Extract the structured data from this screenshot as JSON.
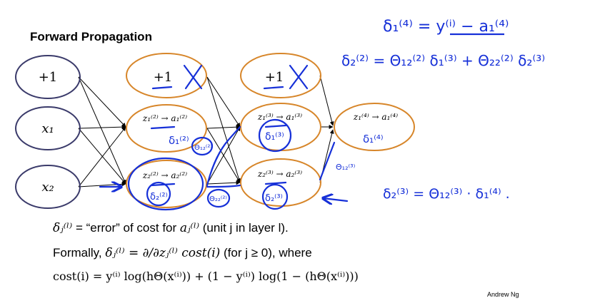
{
  "title": "Forward Propagation",
  "footer": "Andrew Ng",
  "layer1": {
    "bias_label": "+1",
    "x1_label": "x₁",
    "x2_label": "x₂"
  },
  "layer2": {
    "bias_label": "+1",
    "unit1_label": "z₁⁽²⁾ → a₁⁽²⁾",
    "unit2_label": "z₂⁽²⁾ → a₂⁽²⁾"
  },
  "layer3": {
    "bias_label": "+1",
    "unit1_label": "z₁⁽³⁾ → a₁⁽³⁾",
    "unit2_label": "z₂⁽³⁾ → a₂⁽³⁾"
  },
  "layer4": {
    "unit1_label": "z₁⁽⁴⁾ → a₁⁽⁴⁾"
  },
  "annotations": {
    "delta_output": "δ₁⁽⁴⁾ = y⁽ⁱ⁾ − a₁⁽⁴⁾",
    "delta_layer2": "δ₂⁽²⁾ = Θ₁₂⁽²⁾ δ₁⁽³⁾ + Θ₂₂⁽²⁾ δ₂⁽³⁾",
    "delta_layer3": "δ₂⁽³⁾ = Θ₁₂⁽³⁾ · δ₁⁽⁴⁾ .",
    "node_delta_2_1": "δ₁⁽²⁾",
    "node_delta_2_2": "δ₂⁽²⁾",
    "node_delta_3_1": "δ₁⁽³⁾",
    "node_delta_3_2": "δ₂⁽³⁾",
    "node_delta_4_1": "δ₁⁽⁴⁾",
    "weight_2_12": "Θ₁₂⁽²⁾",
    "weight_2_22": "Θ₂₂⁽²⁾",
    "weight_3_12": "Θ₁₂⁽³⁾"
  },
  "definitions": {
    "delta_symbol": "δⱼ⁽ˡ⁾",
    "delta_def_text": "= “error” of cost for",
    "delta_def_unit": "aⱼ⁽ˡ⁾",
    "delta_def_tail": "(unit j in layer l).",
    "formally_label": "Formally,",
    "formally_math": "δⱼ⁽ˡ⁾ = ∂/∂zⱼ⁽ˡ⁾ cost(i)",
    "formally_tail": "(for j ≥ 0), where",
    "cost_def": "cost(i) = y⁽ⁱ⁾ log(hΘ(x⁽ⁱ⁾)) + (1 − y⁽ⁱ⁾) log(1 − (hΘ(x⁽ⁱ⁾)))"
  },
  "colors": {
    "input_ring": "#3a3a6a",
    "hidden_ring": "#d7862a",
    "ink": "#1630d8"
  }
}
